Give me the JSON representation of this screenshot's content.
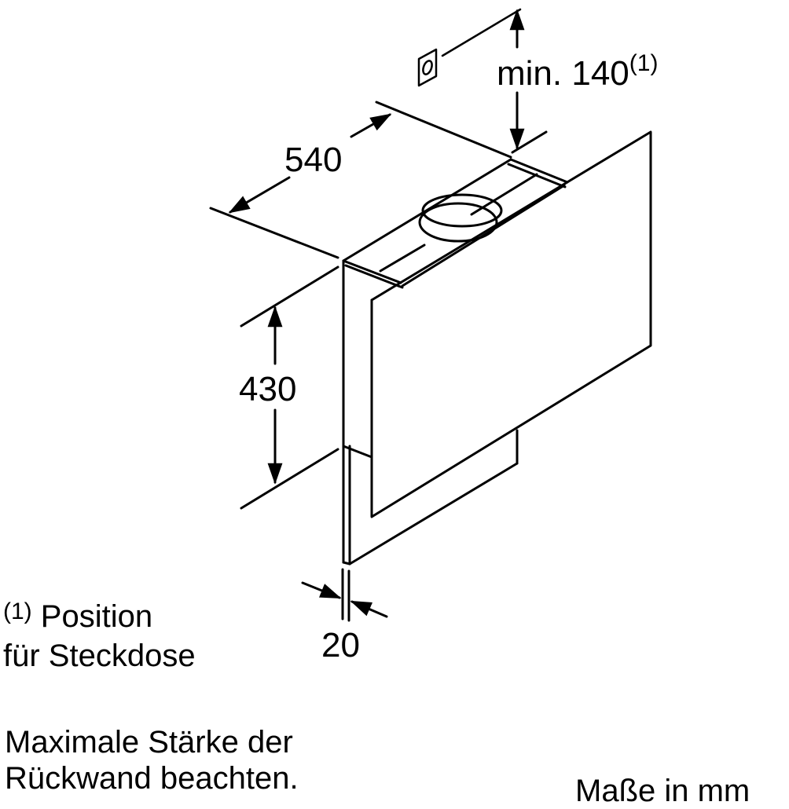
{
  "diagram": {
    "subject": "Wall-mounted extractor hood with inclined front panel",
    "stroke_color": "#000000",
    "background_color": "#ffffff"
  },
  "dimensions": {
    "socket_clearance": {
      "prefix": "min. 140",
      "footnote": "(1)"
    },
    "width": "540",
    "height": "430",
    "wall_thickness": "20"
  },
  "notes": {
    "footnote_marker": "(1)",
    "footnote_line1": "Position",
    "footnote_line2": "für Steckdose",
    "warning_line1": "Maximale Stärke der",
    "warning_line2": "Rückwand beachten.",
    "units": "Maße in mm"
  },
  "icons": {
    "socket": "power-socket-icon"
  }
}
